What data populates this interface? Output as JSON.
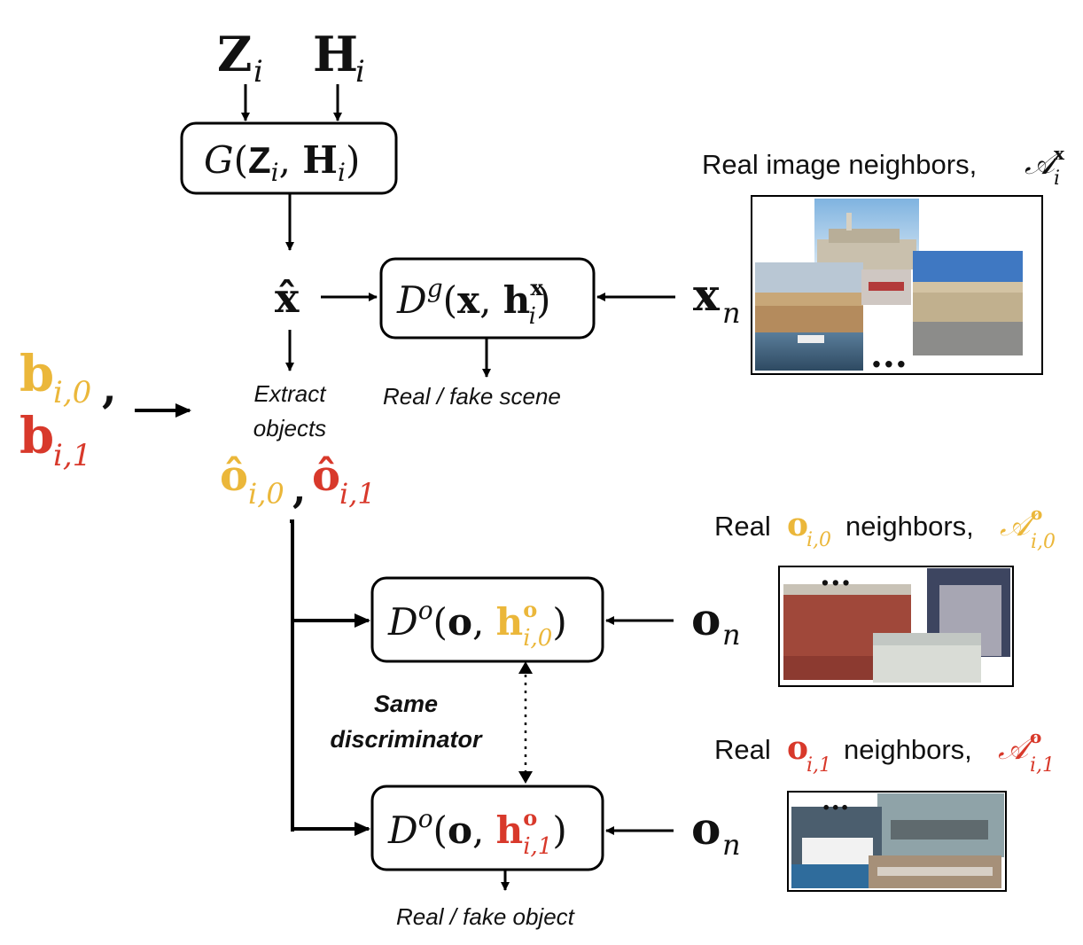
{
  "inputs": {
    "z": "Z",
    "h": "H",
    "sub": "i"
  },
  "generator": {
    "func": "G",
    "arg_z": "Z",
    "arg_h": "H",
    "sub": "i"
  },
  "xhat": "x̂",
  "scene_discriminator": {
    "func": "D",
    "sup": "g",
    "arg": "x",
    "h": "h",
    "h_sup": "x",
    "h_sub": "i",
    "output": "Real / fake scene"
  },
  "scene_input": {
    "symbol": "x",
    "sub": "n"
  },
  "scene_neighbors": {
    "label": "Real image neighbors,",
    "set_symbol": "𝒜",
    "sup": "x",
    "sub": "i",
    "ellipsis": "..."
  },
  "boxes_input": {
    "b0": "b",
    "b0_sub": "i,0",
    "b1": "b",
    "b1_sub": "i,1",
    "comma": ","
  },
  "extract": {
    "line1": "Extract",
    "line2": "objects"
  },
  "objects": {
    "o0": "ô",
    "o0_sub": "i,0",
    "o1": "ô",
    "o1_sub": "i,1",
    "comma": ","
  },
  "object_discriminator_0": {
    "func": "D",
    "sup": "o",
    "arg": "o",
    "h": "h",
    "h_sup": "o",
    "h_sub": "i,0"
  },
  "object_discriminator_1": {
    "func": "D",
    "sup": "o",
    "arg": "o",
    "h": "h",
    "h_sup": "o",
    "h_sub": "i,1",
    "output": "Real / fake object"
  },
  "object_input": {
    "symbol": "o",
    "sub": "n"
  },
  "shared_note": {
    "line1": "Same",
    "line2": "discriminator"
  },
  "object_neighbors_0": {
    "prefix": "Real",
    "o": "o",
    "o_sub": "i,0",
    "mid": "neighbors,",
    "set_symbol": "𝒜",
    "sup": "o",
    "sub": "i,0",
    "ellipsis": "..."
  },
  "object_neighbors_1": {
    "prefix": "Real",
    "o": "o",
    "o_sub": "i,1",
    "mid": "neighbors,",
    "set_symbol": "𝒜",
    "sup": "o",
    "sub": "i,1",
    "ellipsis": "..."
  },
  "colors": {
    "object0": "#ebb73a",
    "object1": "#d8392b",
    "ink": "#111111"
  }
}
